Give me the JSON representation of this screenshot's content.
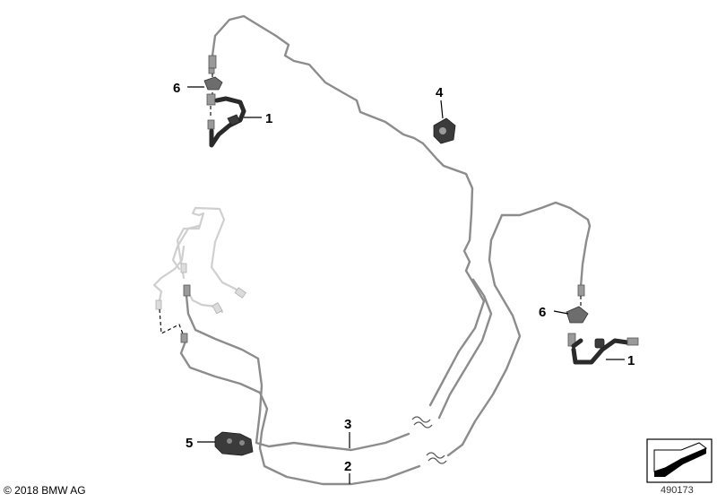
{
  "callouts": [
    {
      "id": "c1a",
      "label": "1"
    },
    {
      "id": "c1b",
      "label": "1"
    },
    {
      "id": "c2",
      "label": "2"
    },
    {
      "id": "c3",
      "label": "3"
    },
    {
      "id": "c4",
      "label": "4"
    },
    {
      "id": "c5",
      "label": "5"
    },
    {
      "id": "c6a",
      "label": "6"
    },
    {
      "id": "c6b",
      "label": "6"
    }
  ],
  "footer": {
    "copyright": "© 2018 BMW AG",
    "reference_number": "490173"
  },
  "colors": {
    "pipe": "#8c8c8c",
    "pipe_ghost": "#cfcfcf",
    "hose": "#2a2a2a",
    "text": "#000000"
  }
}
